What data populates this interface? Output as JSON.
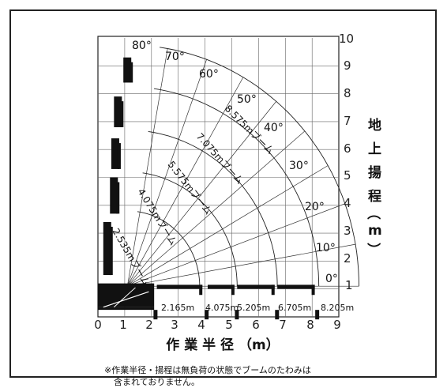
{
  "diagram": {
    "x_ticks": [
      "0",
      "1",
      "2",
      "3",
      "4",
      "5",
      "6",
      "7",
      "8",
      "9"
    ],
    "y_ticks": [
      "1",
      "2",
      "3",
      "4",
      "5",
      "6",
      "7",
      "8",
      "9",
      "10"
    ],
    "x_axis_title": "作 業 半 径 （m）",
    "y_axis_title_chars": [
      "地",
      "上",
      "揚",
      "程",
      "（",
      "m",
      "）"
    ],
    "angles": [
      "0°",
      "10°",
      "20°",
      "30°",
      "40°",
      "50°",
      "60°",
      "70°",
      "80°"
    ],
    "booms": [
      "2.535mブーム",
      "4.075mブーム",
      "5.575mブーム",
      "7.075mブーム",
      "8.575mブーム"
    ],
    "radii": [
      "2.165m",
      "4.075m",
      "5.205m",
      "6.705m",
      "8.205m"
    ],
    "note_line1": "※作業半径・揚程は無負荷の状態でブームのたわみは",
    "note_line2": "含まれておりません。"
  }
}
